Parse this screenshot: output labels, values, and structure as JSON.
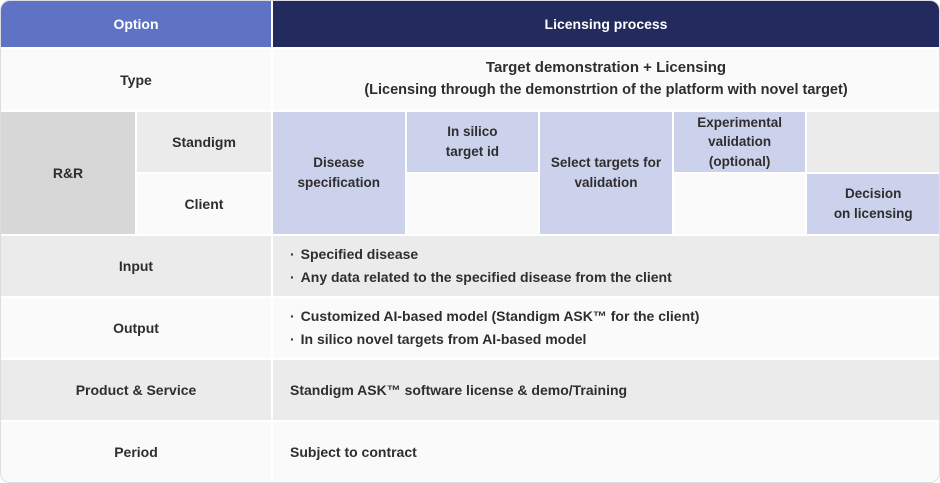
{
  "ui": {
    "bullet": "·"
  },
  "colors": {
    "option_header_bg": "#5e73c4",
    "process_header_bg": "#232a5d",
    "header_text": "#ffffff",
    "body_text": "#2e2e2e",
    "step_box_bg": "#ccd2ec",
    "rr_cell_bg": "#d7d7d7",
    "standigm_cell_bg": "#ebebeb",
    "client_cell_bg": "#fafafa",
    "row_light_bg": "#fafafa",
    "row_gray_bg": "#ebebeb",
    "divider": "#ffffff"
  },
  "header": {
    "option_label": "Option",
    "process_label": "Licensing process"
  },
  "type_row": {
    "label": "Type",
    "line1": "Target demonstration + Licensing",
    "line2": "(Licensing through the demonstrtion of the platform with novel target)"
  },
  "rr_row": {
    "label": "R&R",
    "actors": {
      "standigm": "Standigm",
      "client": "Client"
    },
    "steps": [
      {
        "label": "Disease\nspecification",
        "actor": "both"
      },
      {
        "label": "In silico\ntarget id",
        "actor": "standigm"
      },
      {
        "label": "Select targets for\nvalidation",
        "actor": "both"
      },
      {
        "label": "Experimental\nvalidation\n(optional)",
        "actor": "standigm"
      },
      {
        "label": "Decision\non licensing",
        "actor": "client"
      }
    ]
  },
  "input_row": {
    "label": "Input",
    "items": [
      "Specified disease",
      "Any data related to the specified disease from the client"
    ]
  },
  "output_row": {
    "label": "Output",
    "items": [
      "Customized AI-based model (Standigm ASK™ for the client)",
      "In silico novel targets from AI-based model"
    ]
  },
  "product_row": {
    "label": "Product & Service",
    "value": "Standigm ASK™ software license & demo/Training"
  },
  "period_row": {
    "label": "Period",
    "value": "Subject to contract"
  }
}
